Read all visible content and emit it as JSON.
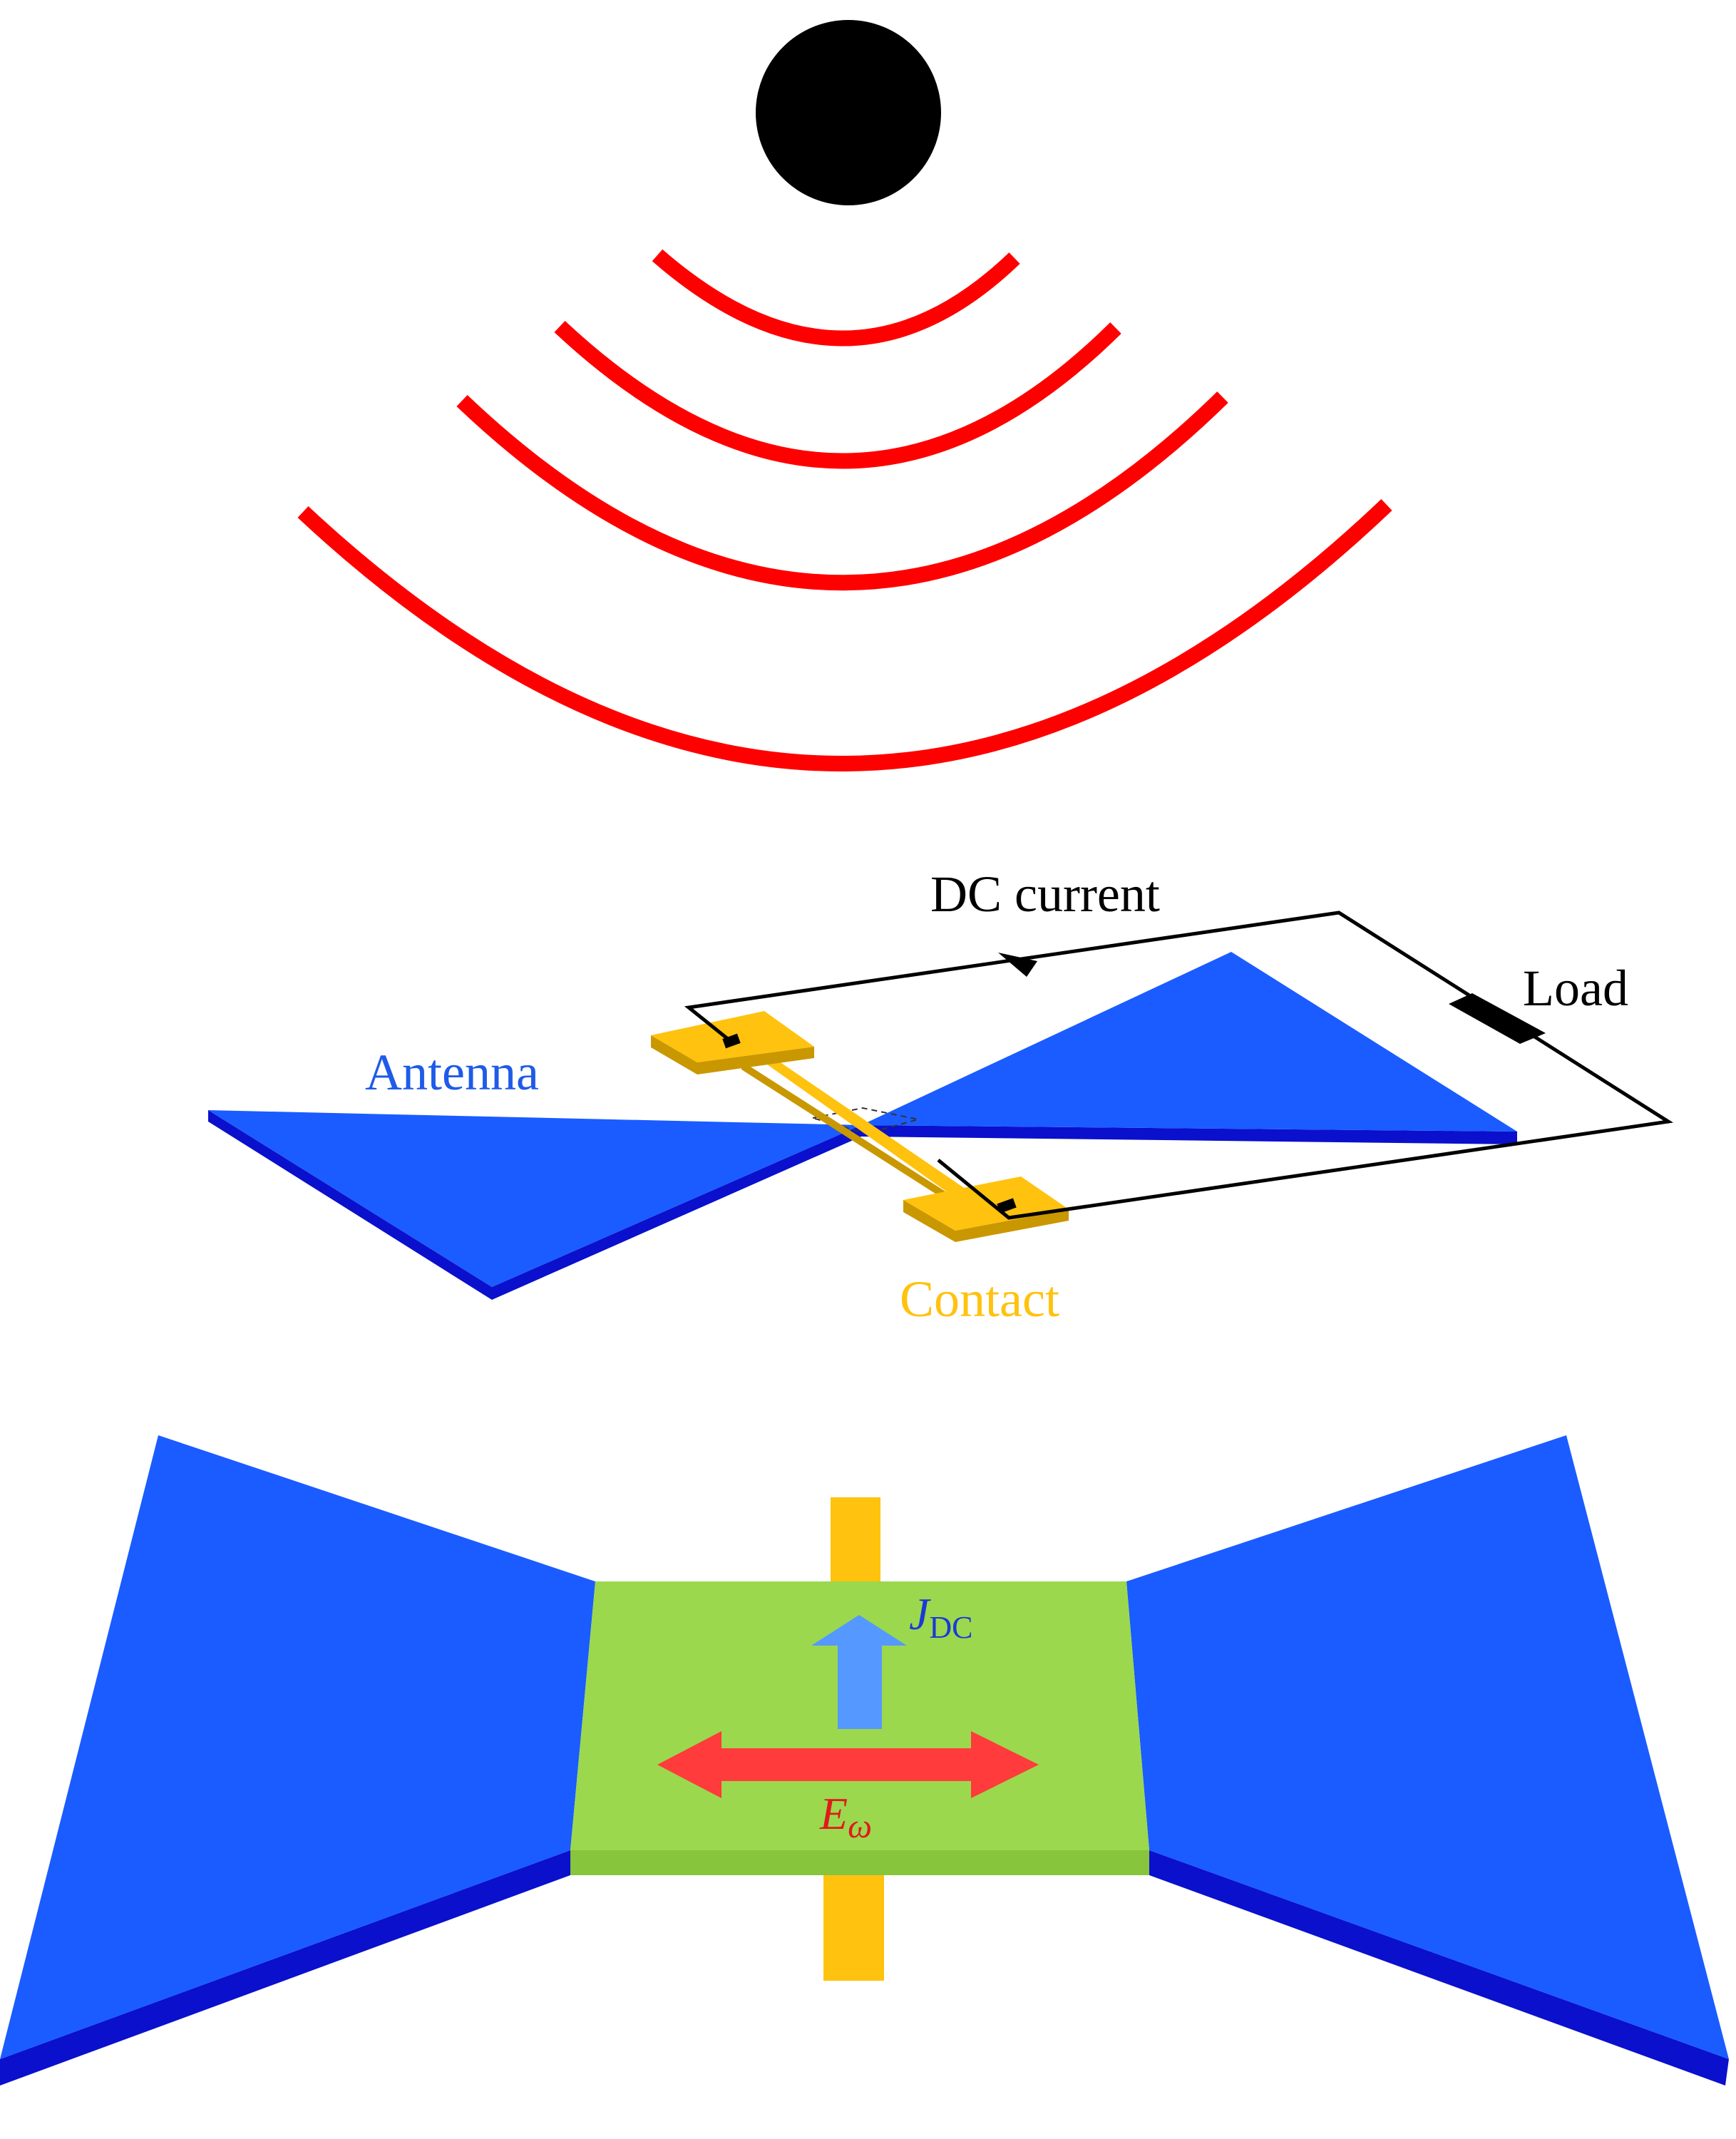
{
  "labels": {
    "dc_current": "DC current",
    "load": "Load",
    "antenna": "Antenna",
    "contact": "Contact",
    "current_density_symbol": "J",
    "current_density_subscript": "DC",
    "field_symbol": "E",
    "field_subscript": "ω"
  },
  "colors": {
    "source_dot": "#000000",
    "waves": "#ff0000",
    "antenna_top": "#1a5cff",
    "antenna_edge": "#0a10cc",
    "contact": "#ffc20e",
    "contact_edge": "#c99700",
    "channel": "#9bd84e",
    "channel_edge": "#86c53c",
    "current_arrow": "#5598ff",
    "field_arrow": "#ff3b3b",
    "antenna_label": "#1f5be8",
    "contact_label": "#ffc20e",
    "current_label": "#1a3ad6",
    "field_label": "#e01a1a",
    "wire": "#000000"
  },
  "icons": {
    "source": "radiation-source-dot",
    "waves": "radiating-wavefront-arcs",
    "load": "load-resistor"
  }
}
